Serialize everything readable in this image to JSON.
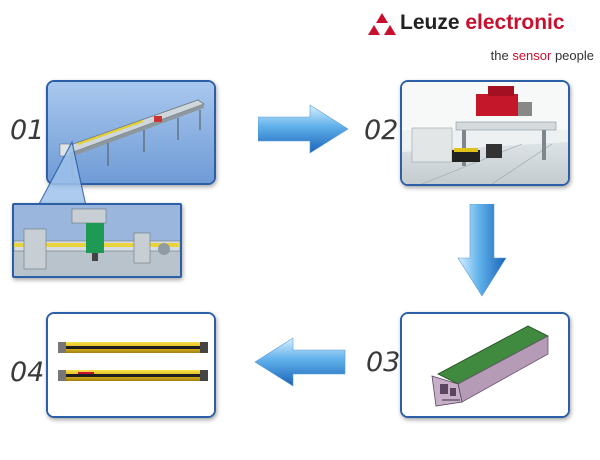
{
  "brand": {
    "name_dark": "Leuze ",
    "name_accent": "electronic",
    "tagline_pre": "the ",
    "tagline_accent": "sensor",
    "tagline_post": " people",
    "color_accent": "#c8102e"
  },
  "steps": [
    {
      "number": "01",
      "image": "conveyor-line-image"
    },
    {
      "number": "02",
      "image": "assembly-station-image"
    },
    {
      "number": "03",
      "image": "aluminium-profile-image"
    },
    {
      "number": "04",
      "image": "light-curtain-image"
    }
  ],
  "arrows": [
    {
      "from": "01",
      "to": "02",
      "direction": "right"
    },
    {
      "from": "02",
      "to": "03",
      "direction": "down"
    },
    {
      "from": "03",
      "to": "04",
      "direction": "left"
    }
  ],
  "colors": {
    "frame_border": "#2d5fa6",
    "arrow_light": "#bfe3fb",
    "arrow_dark": "#1b63b7"
  }
}
